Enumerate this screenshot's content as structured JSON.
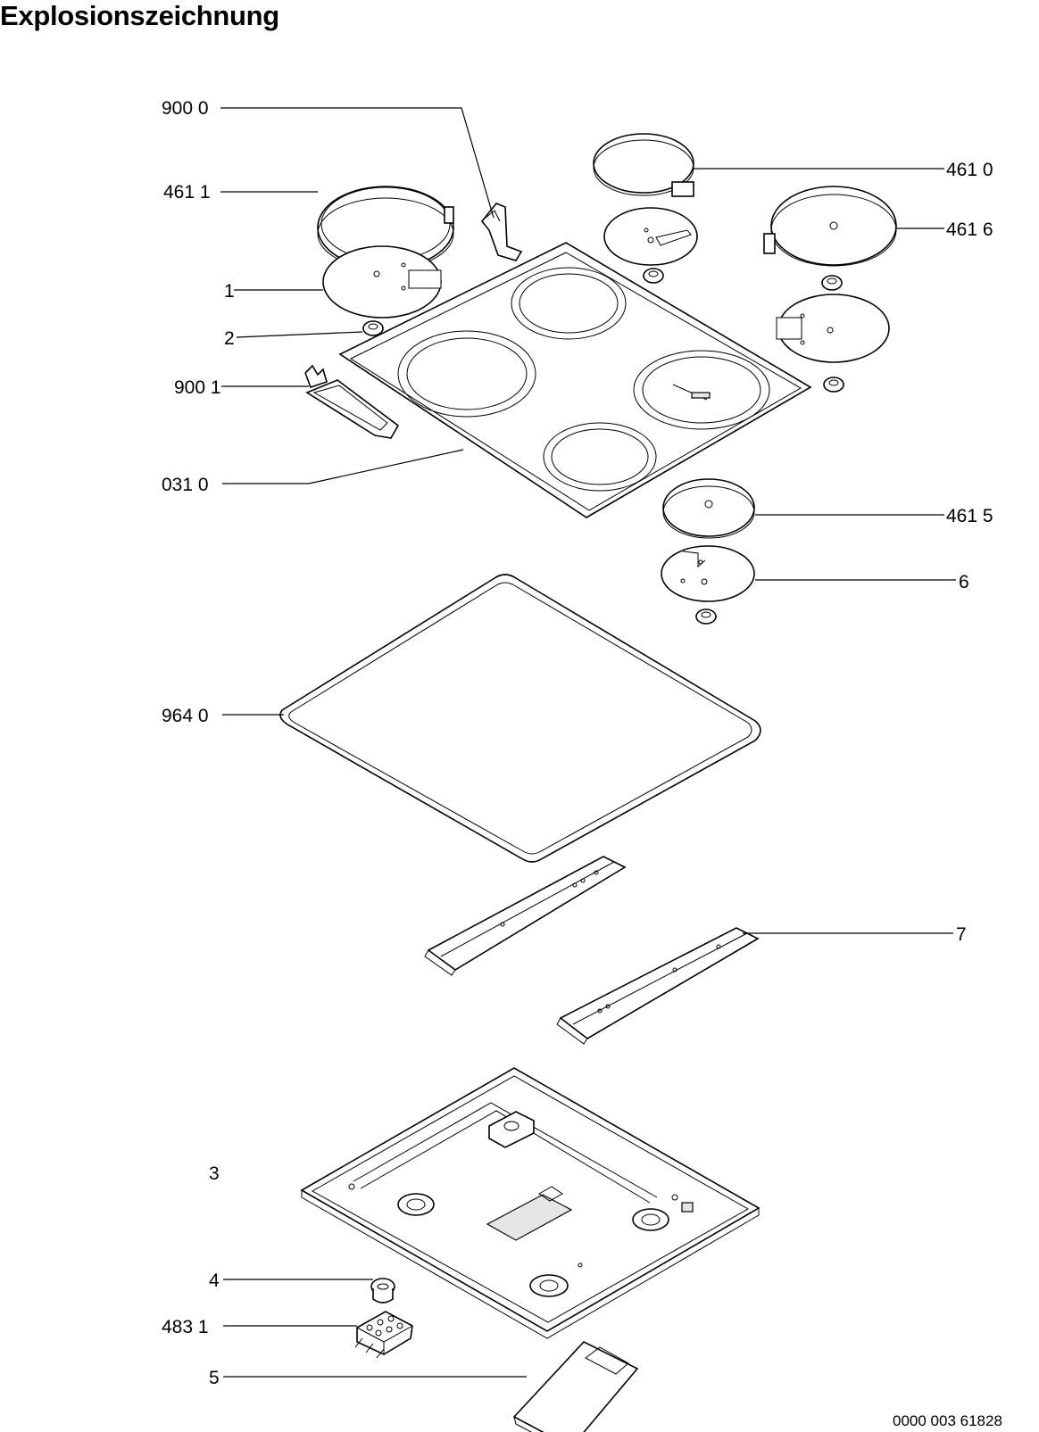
{
  "title": "Explosionszeichnung",
  "doc_number": "0000 003 61828",
  "callouts": {
    "c9000": "900 0",
    "c4611": "461 1",
    "c1": "1",
    "c2": "2",
    "c9001": "900 1",
    "c0310": "031 0",
    "c4610": "461 0",
    "c4616": "461 6",
    "c4615": "461 5",
    "c6": "6",
    "c9640": "964 0",
    "c7": "7",
    "c3": "3",
    "c4": "4",
    "c4831": "483 1",
    "c5": "5"
  }
}
